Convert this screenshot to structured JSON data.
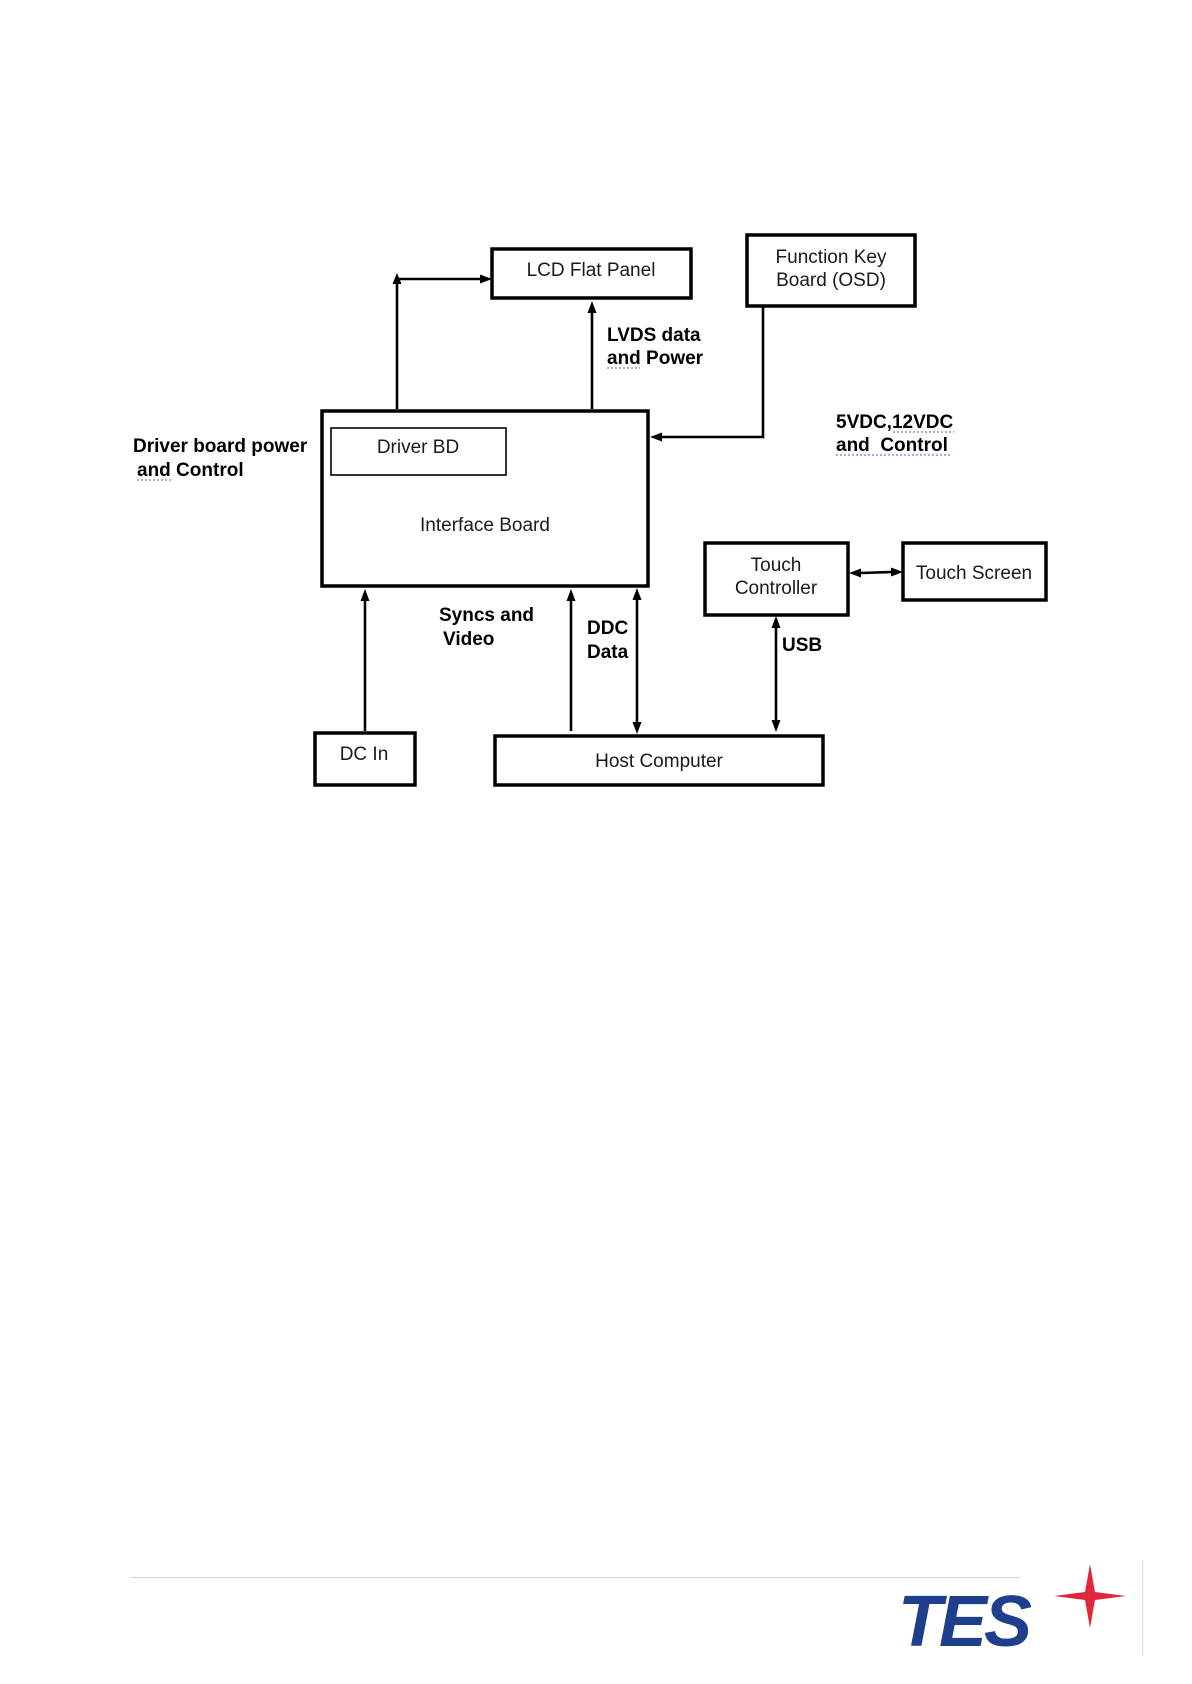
{
  "diagram": {
    "boxes": {
      "lcd_flat_panel": "LCD Flat Panel",
      "function_key_board": [
        "Function Key",
        "Board (OSD)"
      ],
      "driver_bd": "Driver BD",
      "interface_board": "Interface Board",
      "touch_controller": [
        "Touch",
        "Controller"
      ],
      "touch_screen": "Touch Screen",
      "dc_in": "DC In",
      "host_computer": "Host Computer"
    },
    "labels": {
      "lvds": [
        "LVDS data",
        "and Power"
      ],
      "driver_power": [
        "Driver board power",
        "and Control"
      ],
      "vdc": [
        "5VDC,12VDC",
        "and  Control"
      ],
      "syncs": [
        "Syncs and",
        "Video"
      ],
      "ddc": [
        "DDC",
        "Data"
      ],
      "usb": "USB"
    }
  },
  "footer": {
    "logo_text": "TES",
    "brand_colors": {
      "navy": "#1d3f8c",
      "red": "#e0263a"
    }
  }
}
